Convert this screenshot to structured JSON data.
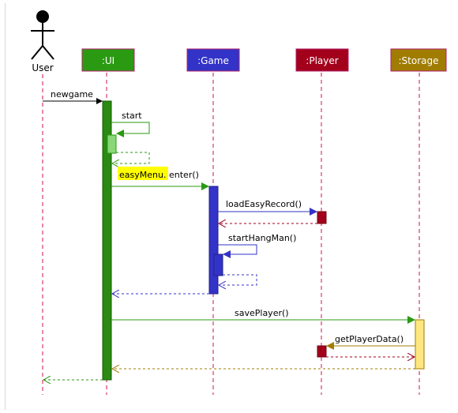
{
  "diagram": {
    "actor": {
      "label": "User"
    },
    "participants": {
      "ui": {
        "label": ":UI",
        "fill": "#2a9a12",
        "border": "#b0206a",
        "text": "#ffffff"
      },
      "game": {
        "label": ":Game",
        "fill": "#3333c8",
        "border": "#b0206a",
        "text": "#ffffff"
      },
      "player": {
        "label": ":Player",
        "fill": "#a3001c",
        "border": "#b0206a",
        "text": "#ffffff"
      },
      "storage": {
        "label": ":Storage",
        "fill": "#a07c00",
        "border": "#b0206a",
        "text": "#ffffff"
      }
    },
    "messages": {
      "newgame": "newgame",
      "start": "start",
      "easy_menu_part1": "easyMenu.",
      "easy_menu_part2": "enter()",
      "load_easy_record": "loadEasyRecord()",
      "start_hang_man": "startHangMan()",
      "save_player": "savePlayer()",
      "get_player_data": "getPlayerData()"
    },
    "colors": {
      "lifeline": "#d2104c",
      "ui_message": "#2a9a12",
      "game_message": "#3333c8",
      "player_message": "#a3001c",
      "storage_message": "#a07c00",
      "ui_activation": "#2a8a12",
      "ui_nested_activation": "#88d878",
      "game_activation": "#3333c8",
      "player_activation": "#a3001c",
      "storage_activation": "#ffe680",
      "highlight": "#ffff00"
    }
  }
}
